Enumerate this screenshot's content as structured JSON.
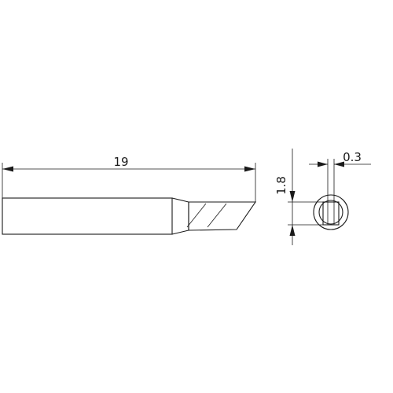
{
  "drawing": {
    "dimensions": {
      "length": "19",
      "height": "1.8",
      "thickness": "0.3"
    },
    "colors": {
      "line": "#1a1a1a",
      "background": "#ffffff"
    }
  }
}
